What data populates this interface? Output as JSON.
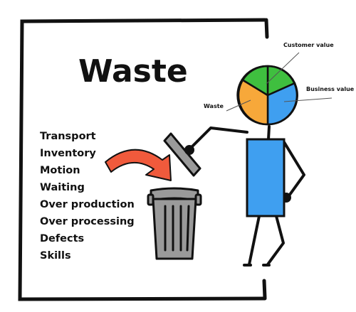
{
  "title": "Waste",
  "waste_types": [
    "Transport",
    "Inventory",
    "Motion",
    "Waiting",
    "Over production",
    "Over processing",
    "Defects",
    "Skills"
  ],
  "head_pie": {
    "labels": {
      "customer_value": "Customer value",
      "business_value": "Business value",
      "waste": "Waste"
    },
    "colors": {
      "customer_value": "#3fbf3f",
      "business_value": "#3f9ff0",
      "waste": "#f7a83a"
    }
  },
  "colors": {
    "arrow": "#f05a3c",
    "trash_can": "#9a9a9a",
    "body": "#3f9ff0",
    "frame": "#111111"
  },
  "icons": [
    "curved-arrow-icon",
    "trash-can-icon",
    "stick-figure-icon",
    "pie-head-icon",
    "tray-icon"
  ]
}
